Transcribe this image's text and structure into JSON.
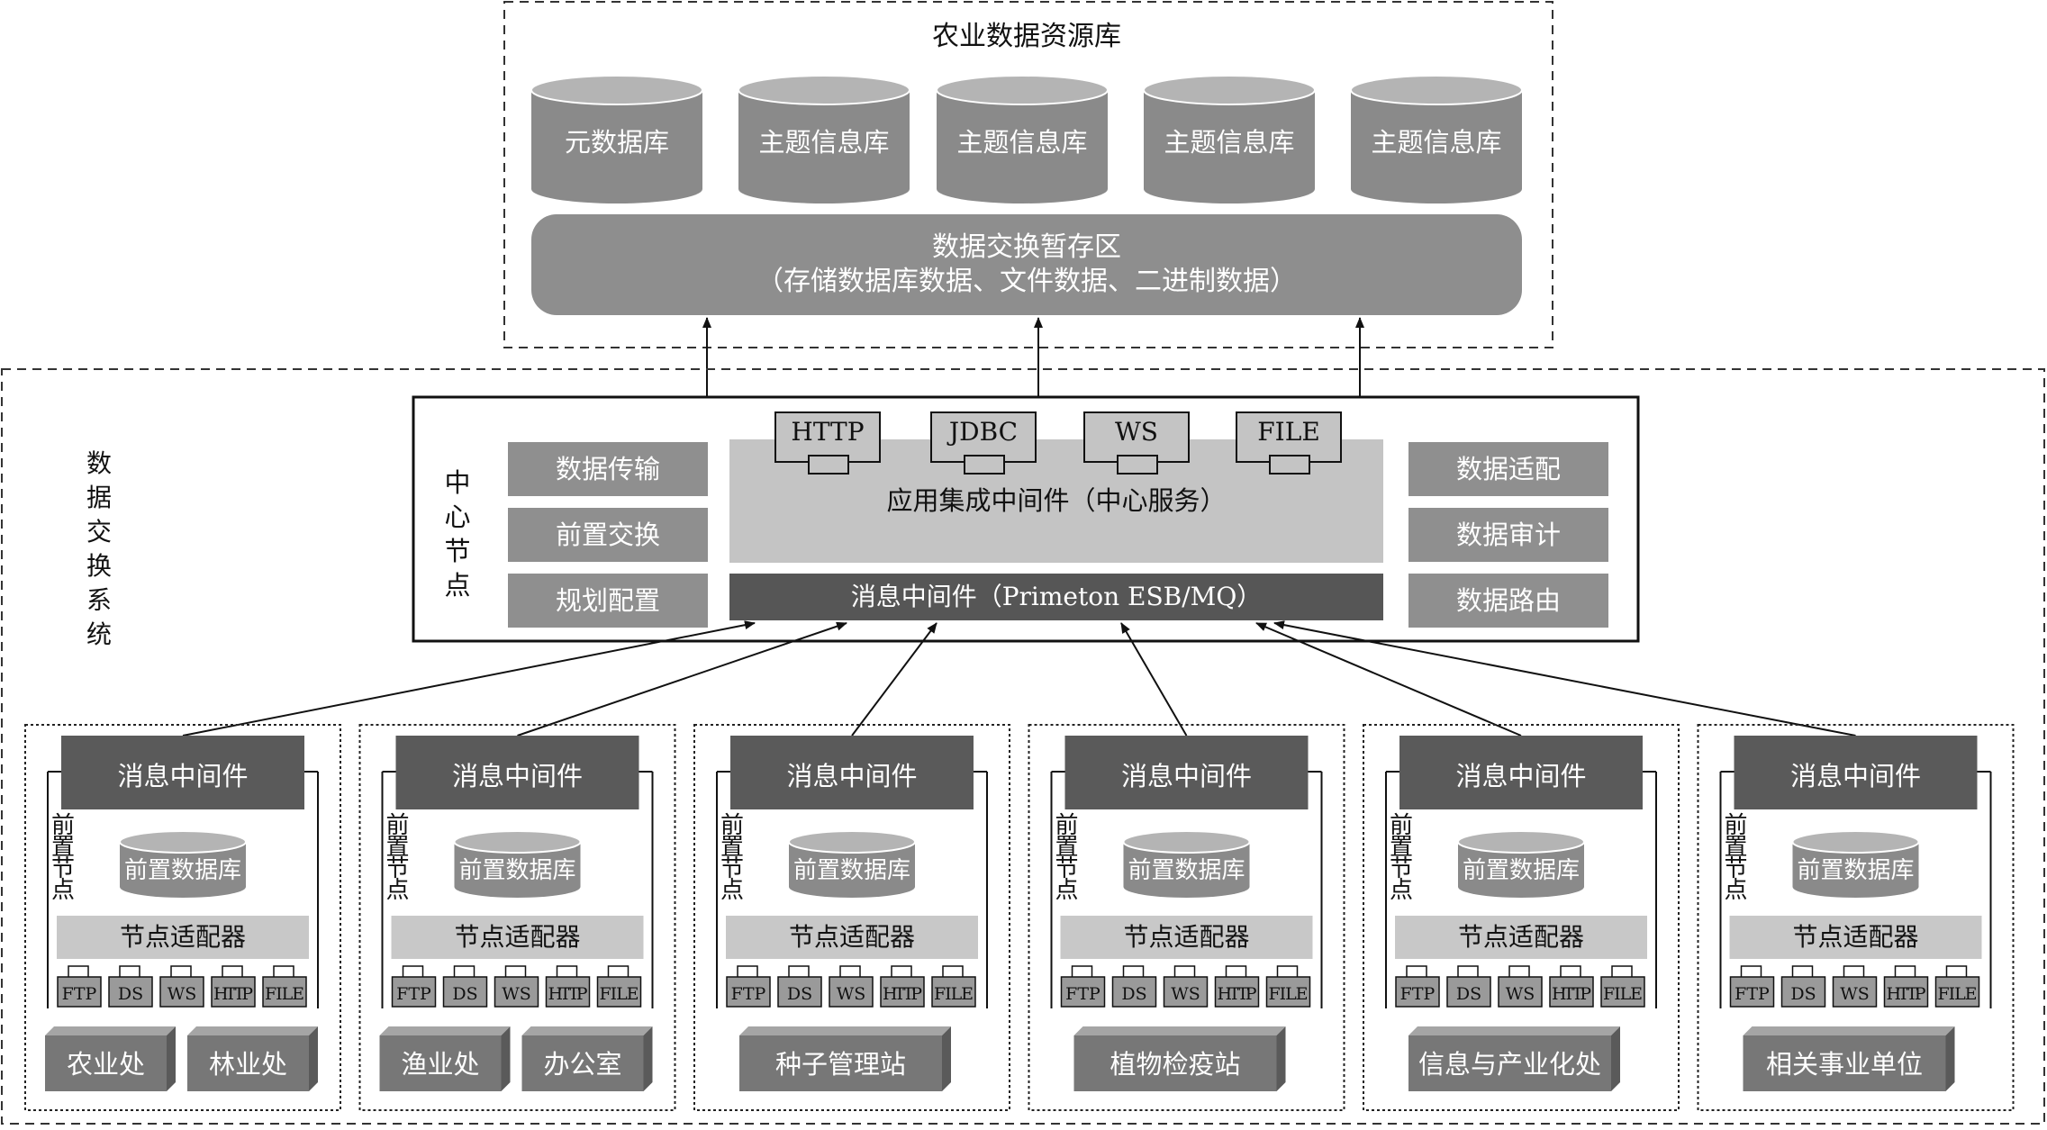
{
  "top_section": {
    "title": "农业数据资源库",
    "databases": [
      "元数据库",
      "主题信息库",
      "主题信息库",
      "主题信息库",
      "主题信息库"
    ],
    "staging": {
      "line1": "数据交换暂存区",
      "line2": "（存储数据库数据、文件数据、二进制数据）"
    }
  },
  "exchange_system_label": [
    "数",
    "据",
    "交",
    "换",
    "系",
    "统"
  ],
  "center_node": {
    "label": [
      "中",
      "心",
      "节",
      "点"
    ],
    "left_buttons": [
      "数据传输",
      "前置交换",
      "规划配置"
    ],
    "right_buttons": [
      "数据适配",
      "数据审计",
      "数据路由"
    ],
    "protocols": [
      "HTTP",
      "JDBC",
      "WS",
      "FILE"
    ],
    "integration": "应用集成中间件（中心服务）",
    "message_bus": "消息中间件（Primeton ESB/MQ）"
  },
  "front_nodes": [
    {
      "header": "消息中间件",
      "label": [
        "前",
        "置",
        "节",
        "点"
      ],
      "db": "前置数据库",
      "adapter": "节点适配器",
      "connectors": [
        "FTP",
        "DS",
        "WS",
        "HTTP",
        "FILE"
      ],
      "sources": [
        "农业处",
        "林业处"
      ]
    },
    {
      "header": "消息中间件",
      "label": [
        "前",
        "置",
        "节",
        "点"
      ],
      "db": "前置数据库",
      "adapter": "节点适配器",
      "connectors": [
        "FTP",
        "DS",
        "WS",
        "HTTP",
        "FILE"
      ],
      "sources": [
        "渔业处",
        "办公室"
      ]
    },
    {
      "header": "消息中间件",
      "label": [
        "前",
        "置",
        "节",
        "点"
      ],
      "db": "前置数据库",
      "adapter": "节点适配器",
      "connectors": [
        "FTP",
        "DS",
        "WS",
        "HTTP",
        "FILE"
      ],
      "sources": [
        "种子管理站"
      ]
    },
    {
      "header": "消息中间件",
      "label": [
        "前",
        "置",
        "节",
        "点"
      ],
      "db": "前置数据库",
      "adapter": "节点适配器",
      "connectors": [
        "FTP",
        "DS",
        "WS",
        "HTTP",
        "FILE"
      ],
      "sources": [
        "植物检疫站"
      ]
    },
    {
      "header": "消息中间件",
      "label": [
        "前",
        "置",
        "节",
        "点"
      ],
      "db": "前置数据库",
      "adapter": "节点适配器",
      "connectors": [
        "FTP",
        "DS",
        "WS",
        "HTTP",
        "FILE"
      ],
      "sources": [
        "信息与产业化处"
      ]
    },
    {
      "header": "消息中间件",
      "label": [
        "前",
        "置",
        "节",
        "点"
      ],
      "db": "前置数据库",
      "adapter": "节点适配器",
      "connectors": [
        "FTP",
        "DS",
        "WS",
        "HTTP",
        "FILE"
      ],
      "sources": [
        "相关事业单位"
      ]
    }
  ],
  "colors": {
    "db_body": "#8a8a8a",
    "db_top": "#b4b4b4",
    "staging": "#8e8e8e",
    "button": "#8f8f8f",
    "integration": "#c4c4c4",
    "bus": "#565656",
    "header": "#5a5a5a",
    "adapter": "#c8c8c8",
    "connector": "#9a9a9a",
    "source_front": "#777777",
    "source_side": "#5a5a5a",
    "source_top": "#a5a5a5"
  }
}
